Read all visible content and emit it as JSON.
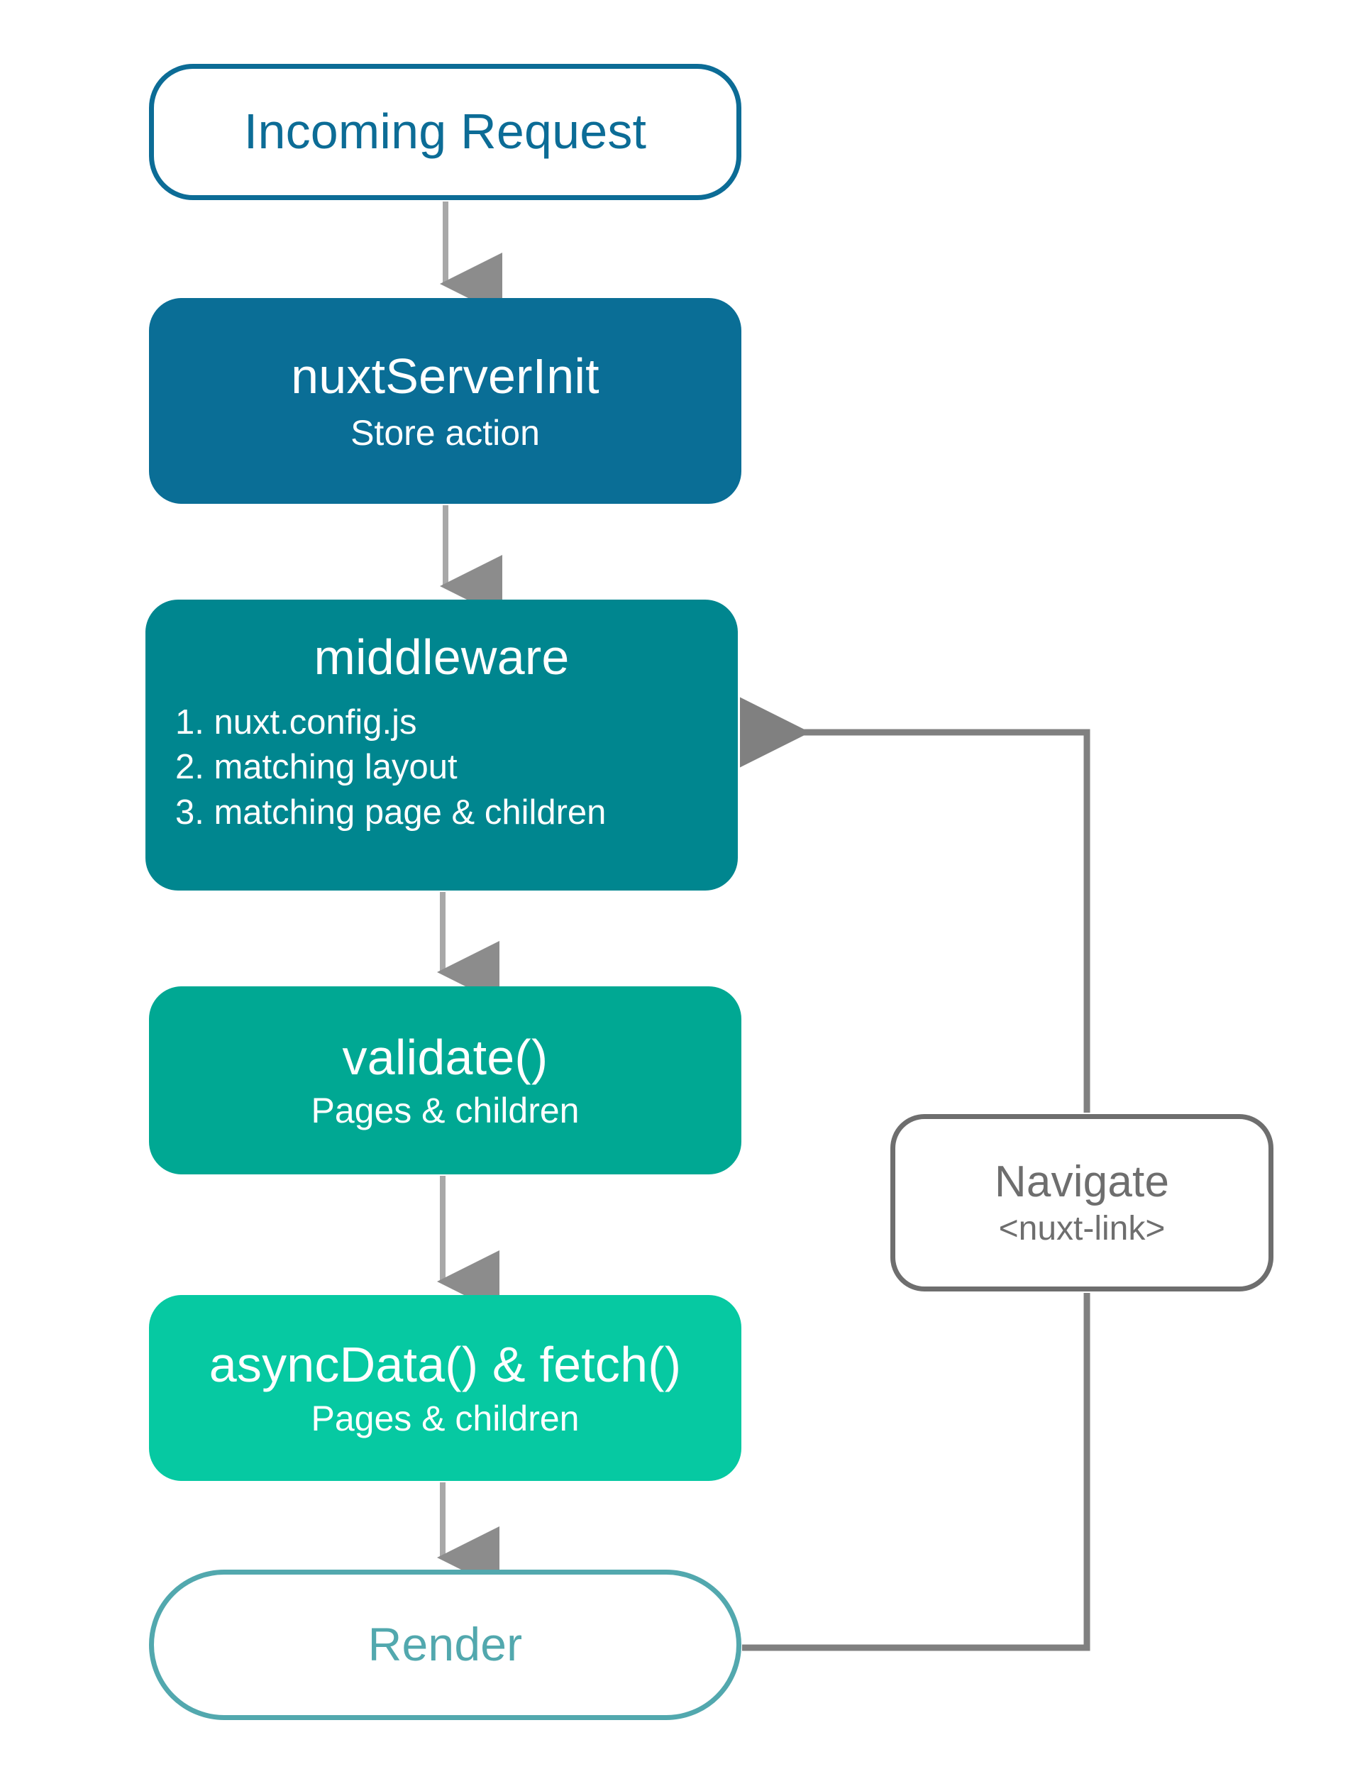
{
  "diagram": {
    "type": "flowchart",
    "orientation": "top-to-bottom",
    "background": "#ffffff",
    "connector_color": "#808080",
    "nodes": {
      "incoming_request": {
        "title": "Incoming Request",
        "style": "outlined-pill",
        "fill": "#ffffff",
        "stroke": "#0c6c96",
        "text_color": "#0c6c96"
      },
      "nuxt_server_init": {
        "title": "nuxtServerInit",
        "subtitle": "Store action",
        "style": "filled",
        "fill": "#0a6e96",
        "text_color": "#ffffff"
      },
      "middleware": {
        "title": "middleware",
        "steps": [
          "1. nuxt.config.js",
          "2. matching layout",
          "3. matching page & children"
        ],
        "style": "filled",
        "fill": "#00868f",
        "text_color": "#ffffff"
      },
      "validate": {
        "title": "validate()",
        "subtitle": "Pages & children",
        "style": "filled",
        "fill": "#00a893",
        "text_color": "#ffffff"
      },
      "async_data": {
        "title": "asyncData() & fetch()",
        "subtitle": "Pages & children",
        "style": "filled",
        "fill": "#06c9a2",
        "text_color": "#ffffff"
      },
      "render": {
        "title": "Render",
        "style": "outlined-pill",
        "fill": "#ffffff",
        "stroke": "#52a8ae",
        "text_color": "#52a8ae"
      },
      "navigate": {
        "title": "Navigate",
        "subtitle": "<nuxt-link>",
        "style": "outlined",
        "fill": "#ffffff",
        "stroke": "#6e6e6e",
        "text_color": "#6e6e6e"
      }
    },
    "edges": [
      {
        "from": "incoming_request",
        "to": "nuxt_server_init",
        "arrow": "down"
      },
      {
        "from": "nuxt_server_init",
        "to": "middleware",
        "arrow": "down"
      },
      {
        "from": "middleware",
        "to": "validate",
        "arrow": "down"
      },
      {
        "from": "validate",
        "to": "async_data",
        "arrow": "down"
      },
      {
        "from": "async_data",
        "to": "render",
        "arrow": "down"
      },
      {
        "from": "render",
        "to": "navigate",
        "arrow": "none"
      },
      {
        "from": "navigate",
        "to": "middleware",
        "arrow": "left"
      }
    ]
  }
}
